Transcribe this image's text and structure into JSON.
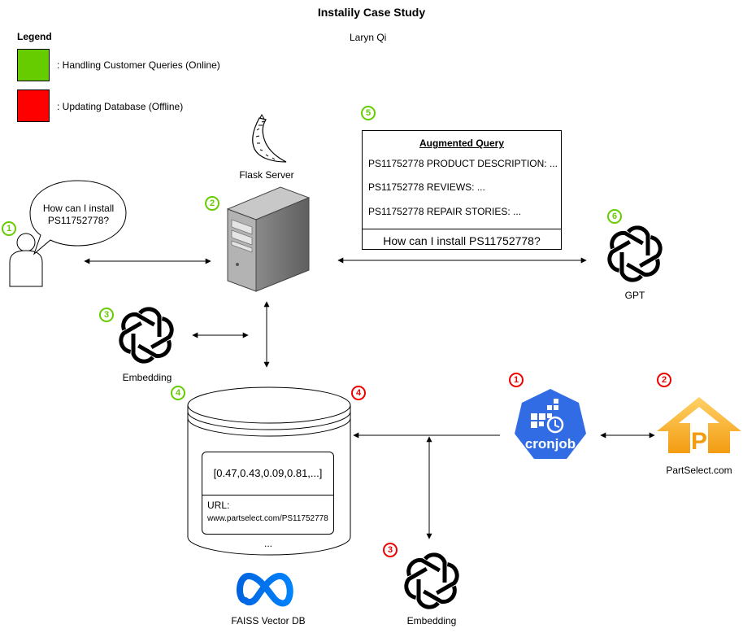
{
  "title": "Instalily Case Study",
  "author": "Laryn Qi",
  "legend": {
    "title": "Legend",
    "items": [
      {
        "label": ": Handling Customer Queries (Online)",
        "color": "#66cc00"
      },
      {
        "label": ": Updating Database (Offline)",
        "color": "#ff0000"
      }
    ]
  },
  "user": {
    "speech": "How can I install PS11752778?",
    "badge": "1"
  },
  "flask": {
    "label": "Flask Server",
    "badge": "2"
  },
  "embedding_online": {
    "label": "Embedding",
    "badge": "3"
  },
  "vector_db": {
    "label": "FAISS Vector DB",
    "badge_online": "4",
    "badge_offline": "4",
    "vector": "[0.47,0.43,0.09,0.81,...]",
    "url_label": "URL:",
    "url": "www.partselect.com/PS11752778",
    "ellipsis": "..."
  },
  "augmented_query": {
    "badge": "5",
    "title": "Augmented Query",
    "lines": [
      "PS11752778 PRODUCT DESCRIPTION: ...",
      "PS11752778 REVIEWS: ...",
      "PS11752778 REPAIR STORIES: ..."
    ],
    "query": "How can I install PS11752778?"
  },
  "gpt": {
    "label": "GPT",
    "badge": "6"
  },
  "cronjob": {
    "label": "cronjob",
    "badge": "1"
  },
  "partselect": {
    "label": "PartSelect.com",
    "badge": "2"
  },
  "embedding_offline": {
    "label": "Embedding",
    "badge": "3"
  },
  "colors": {
    "online": "#66cc00",
    "offline": "#ee0000",
    "k8s": "#326ce5",
    "partselect": "#f5a623",
    "meta": "#0668e1"
  }
}
